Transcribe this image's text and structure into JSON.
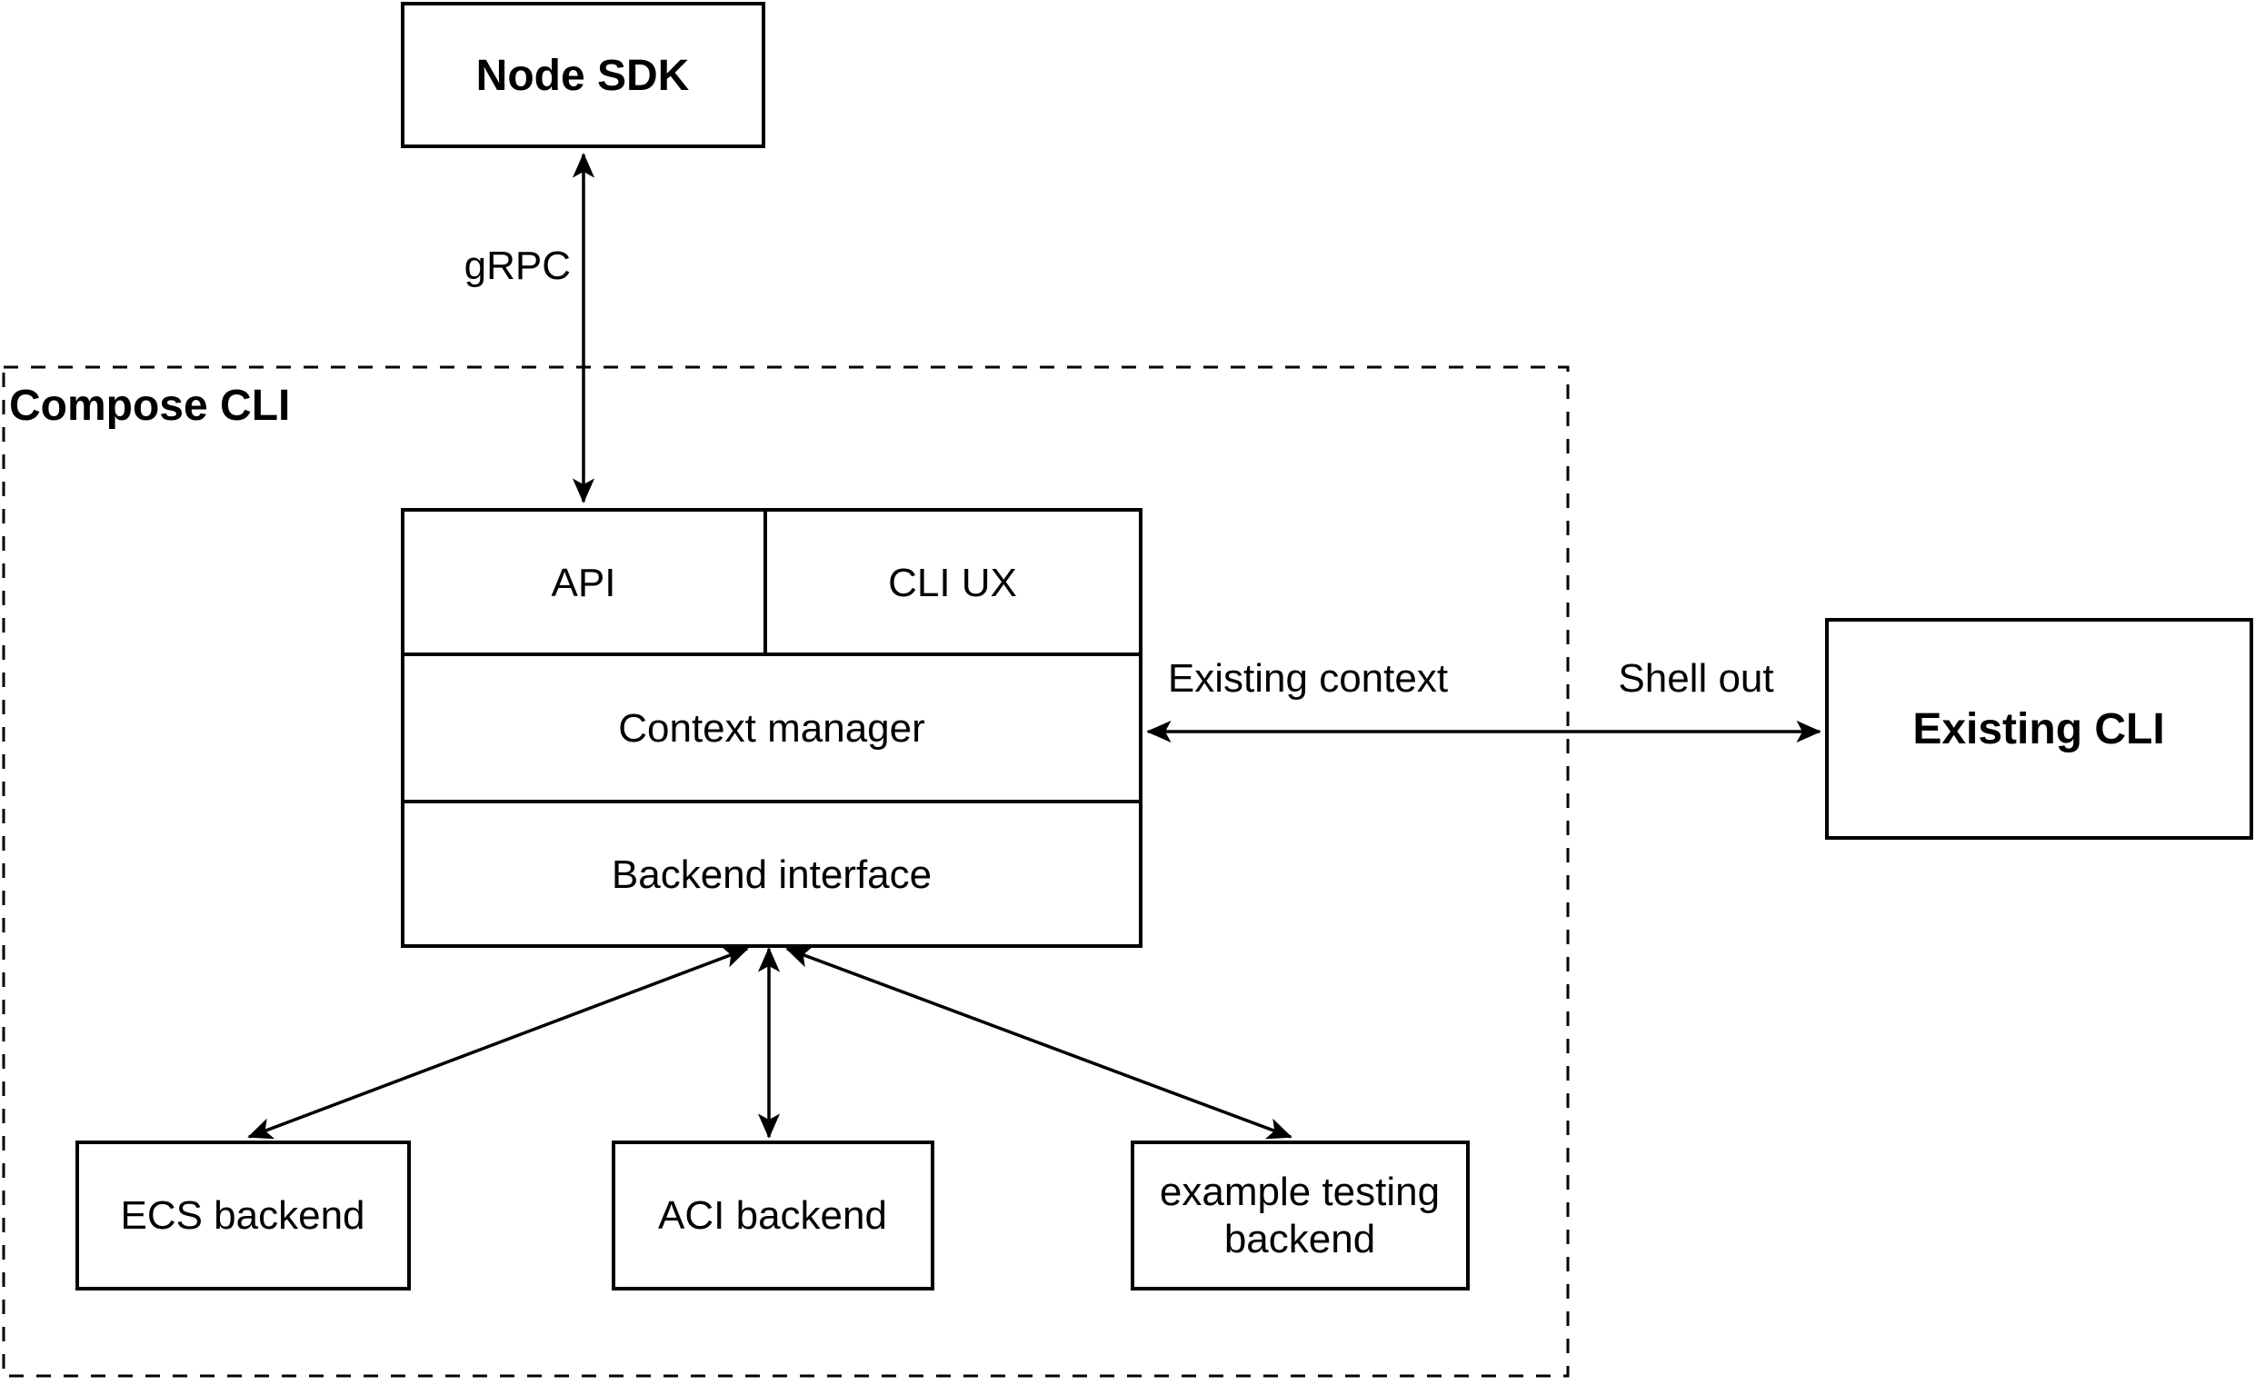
{
  "nodes": {
    "node_sdk": {
      "label": "Node SDK"
    },
    "compose_cli": {
      "label": "Compose CLI"
    },
    "api": {
      "label": "API"
    },
    "cli_ux": {
      "label": "CLI UX"
    },
    "context_manager": {
      "label": "Context manager"
    },
    "backend_interface": {
      "label": "Backend interface"
    },
    "existing_cli": {
      "label": "Existing CLI"
    },
    "ecs_backend": {
      "label": "ECS backend"
    },
    "aci_backend": {
      "label": "ACI backend"
    },
    "example_testing_backend": {
      "lines": [
        "example testing",
        "backend"
      ]
    }
  },
  "edges": {
    "grpc": {
      "label": "gRPC"
    },
    "existing_context": {
      "label": "Existing context"
    },
    "shell_out": {
      "label": "Shell out"
    }
  },
  "colors": {
    "stroke": "#000000",
    "background": "#ffffff",
    "box_fill": "#ffffff"
  }
}
